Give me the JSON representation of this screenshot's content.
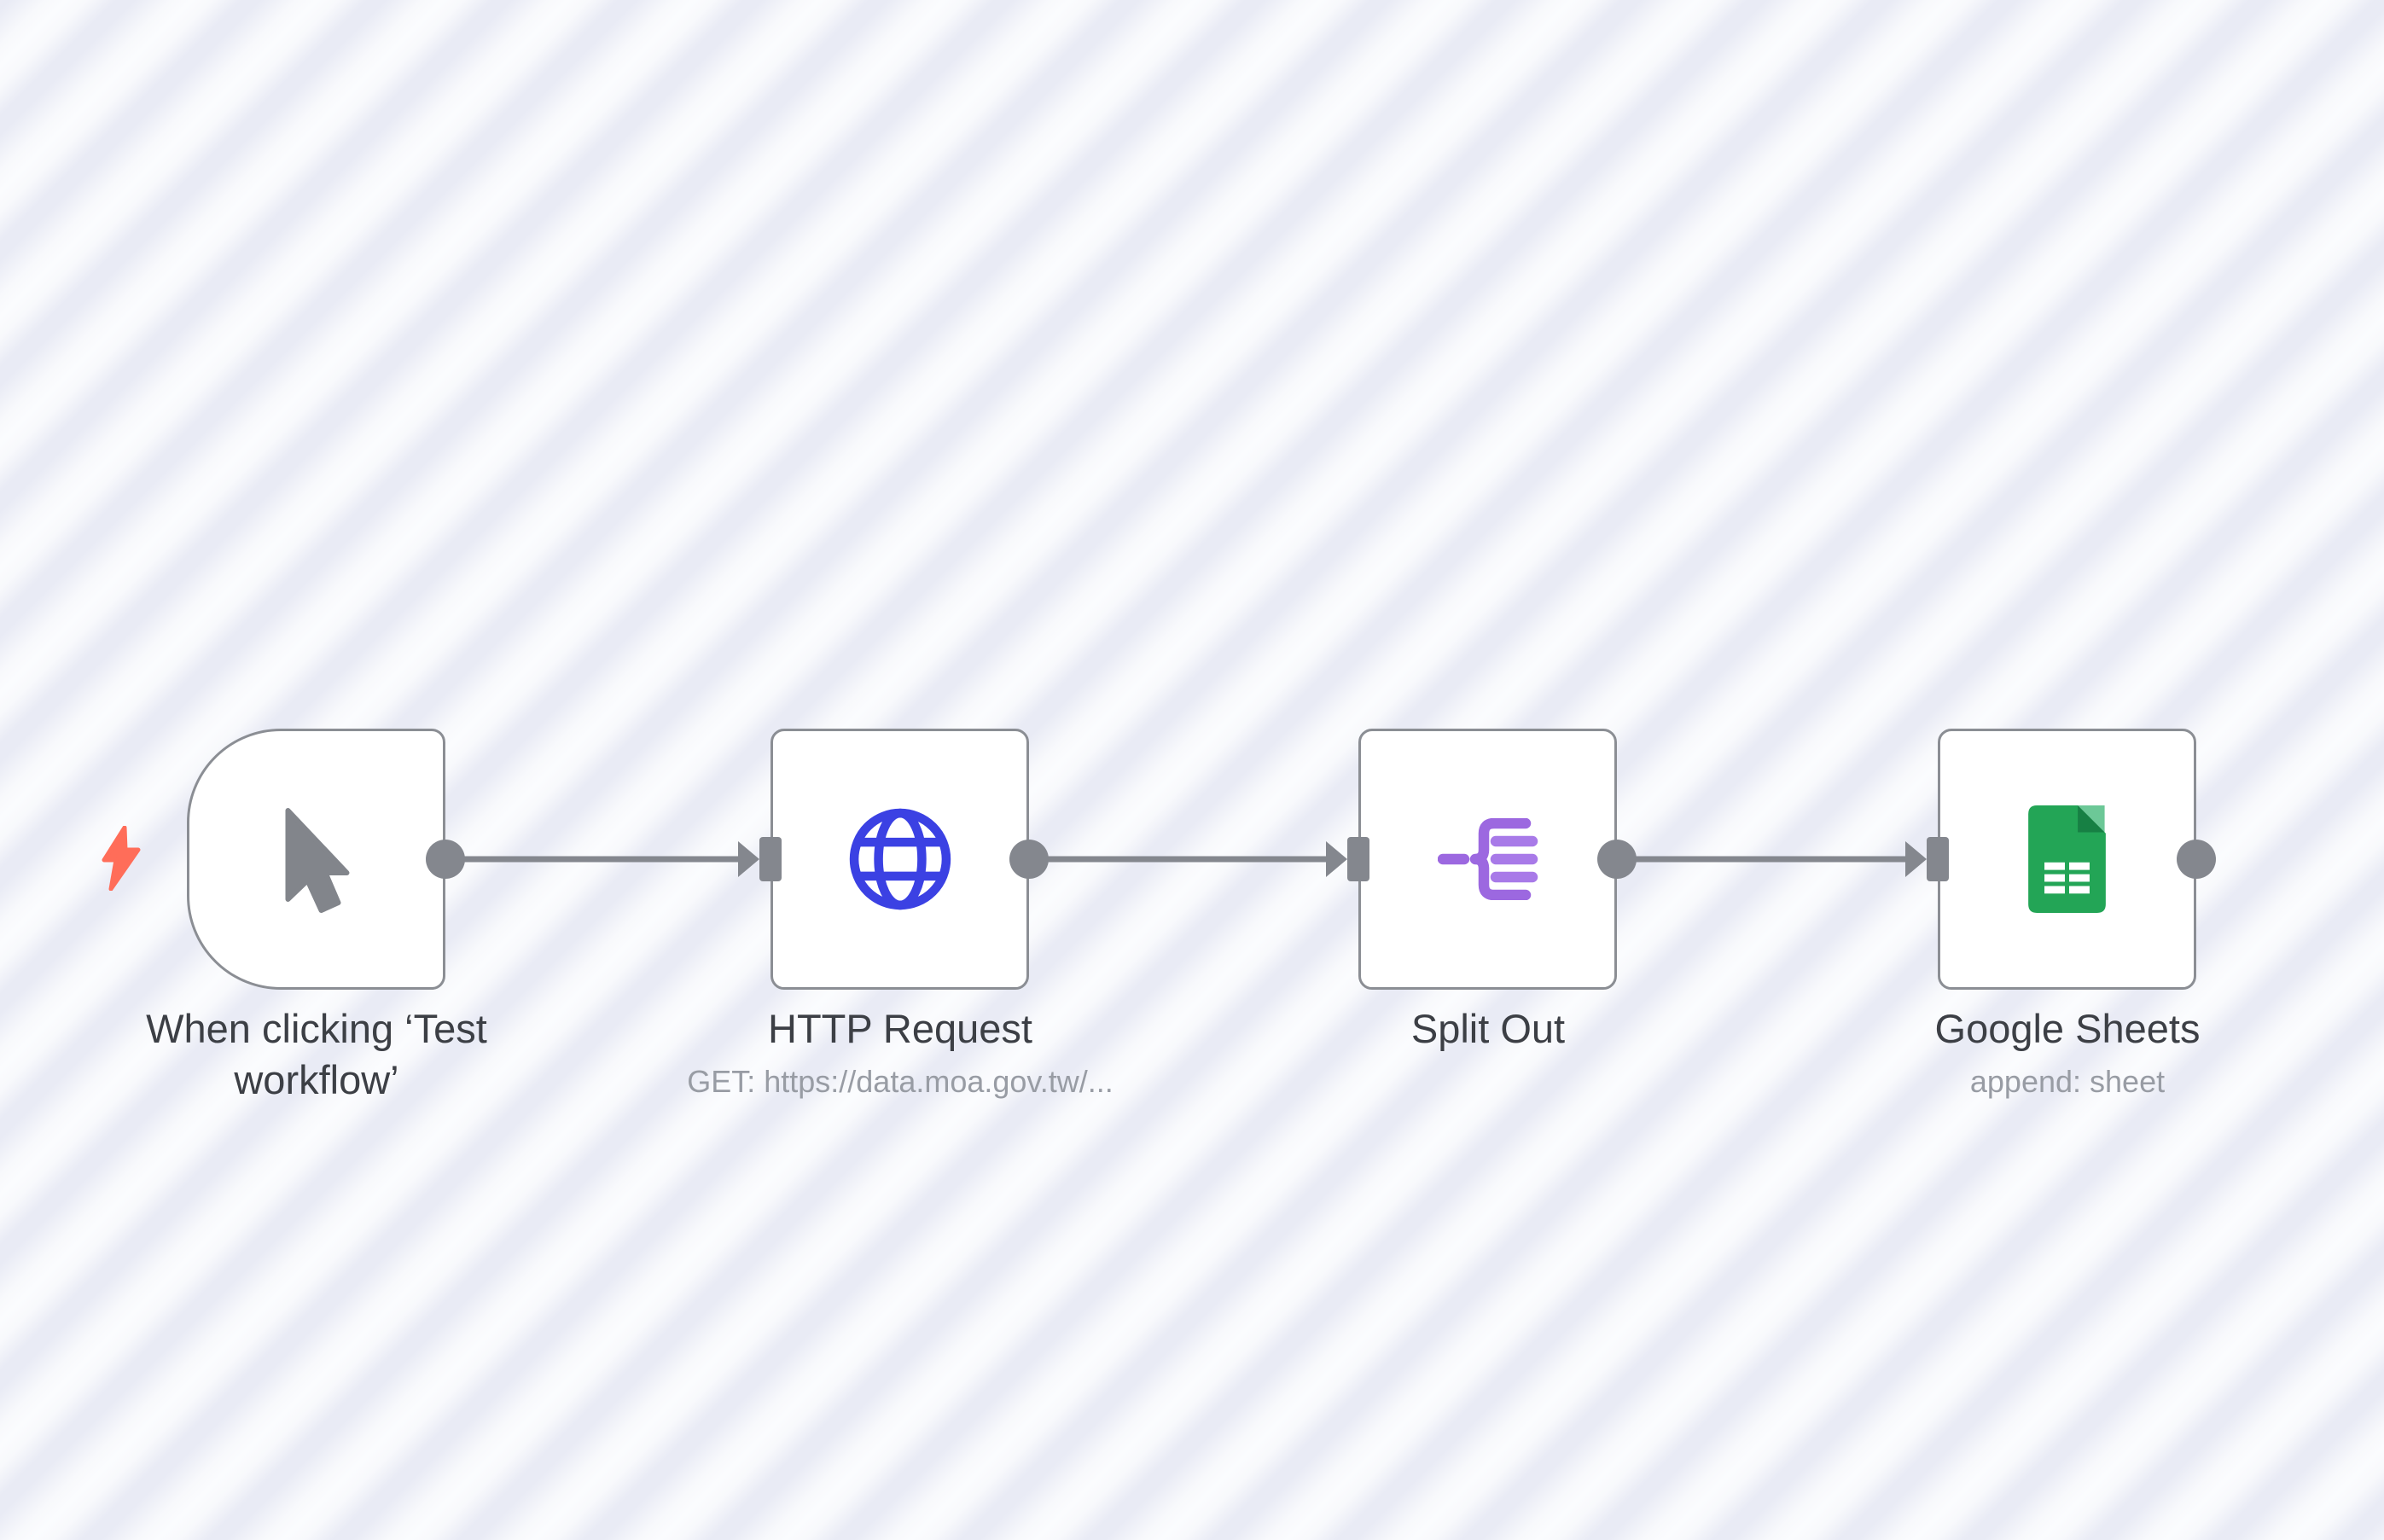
{
  "canvas": {
    "stripe_light": "#fbfcfe",
    "stripe_dark": "#e9ebf5",
    "connector_color": "#84878e",
    "node_border_color": "#8b8e94",
    "node_background": "#ffffff",
    "title_color": "#3c3f45",
    "subtitle_color": "#989ca4"
  },
  "icon_colors": {
    "trigger_bolt": "#ff6d59",
    "cursor_gray": "#82858b",
    "http_globe_blue": "#3b41e3",
    "split_out_purple": "#9c68e0",
    "split_out_purple_light": "#a87ae8",
    "sheets_green": "#23a556",
    "sheets_fold_dark": "#178044",
    "sheets_fold_light": "#6cc897"
  },
  "nodes": [
    {
      "id": "manual-trigger",
      "title": "When clicking ‘Test workflow’",
      "subtitle": "",
      "icon": "mouse-cursor-icon",
      "type": "trigger"
    },
    {
      "id": "http-request",
      "title": "HTTP Request",
      "subtitle": "GET: https://data.moa.gov.tw/...",
      "icon": "globe-icon",
      "type": "action"
    },
    {
      "id": "split-out",
      "title": "Split Out",
      "subtitle": "",
      "icon": "split-out-icon",
      "type": "action"
    },
    {
      "id": "google-sheets",
      "title": "Google Sheets",
      "subtitle": "append: sheet",
      "icon": "google-sheets-icon",
      "type": "action"
    }
  ],
  "connections": [
    {
      "from": "manual-trigger",
      "to": "http-request"
    },
    {
      "from": "http-request",
      "to": "split-out"
    },
    {
      "from": "split-out",
      "to": "google-sheets"
    }
  ]
}
